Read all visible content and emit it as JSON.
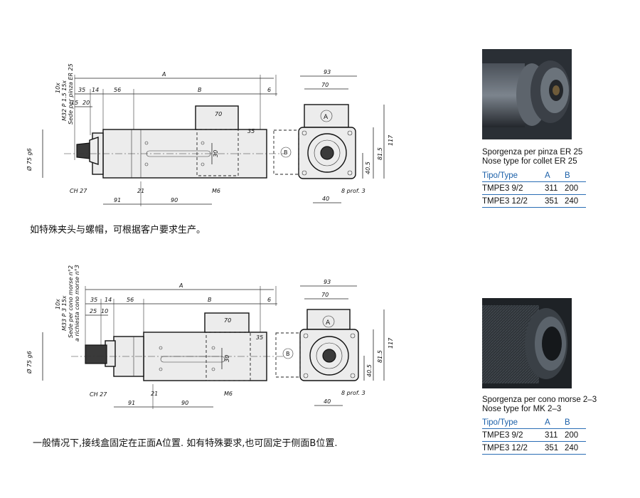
{
  "top": {
    "labels": {
      "vert1": "10x",
      "vert2": "M32 P 1.5 15x",
      "vert3": "Sede per pinza ER 25",
      "d35": "35",
      "d14": "14",
      "d56": "56",
      "dA": "A",
      "dB": "B",
      "d6": "6",
      "d15": "15",
      "d20": "20",
      "d70": "70",
      "d35b": "35",
      "d30": "30",
      "d75": "Ø 75 g6",
      "ch27": "CH 27",
      "d91": "91",
      "d21": "21",
      "d90": "90",
      "m6": "M6",
      "sA": "A",
      "sB": "B",
      "s93": "93",
      "s70": "70",
      "s117": "117",
      "s815": "81.5",
      "s405": "40.5",
      "s8": "8 prof. 3",
      "s40": "40"
    },
    "note": "如特殊夹头与螺帽，可根据客户要求生产。"
  },
  "bottom": {
    "labels": {
      "vert1": "10x",
      "vert2": "M33 P 3 15x",
      "vert3": "Sede per cono morse n°2",
      "vert4": "a richiesta cono morse n°3",
      "d35": "35",
      "d14": "14",
      "d56": "56",
      "dA": "A",
      "dB": "B",
      "d6": "6",
      "d25": "25",
      "d10": "10",
      "d70": "70",
      "d35b": "35",
      "d30": "30",
      "d75": "Ø 75 g6",
      "ch27": "CH 27",
      "d91": "91",
      "d21": "21",
      "d90": "90",
      "m6": "M6",
      "sA": "A",
      "sB": "B",
      "s93": "93",
      "s70": "70",
      "s117": "117",
      "s815": "81.5",
      "s405": "40.5",
      "s8": "8 prof. 3",
      "s40": "40"
    },
    "note": "一般情况下,接线盒固定在正面A位置. 如有特殊要求,也可固定于侧面B位置."
  },
  "panel1": {
    "caption1": "Sporgenza per pinza ER 25",
    "caption2": "Nose type for collet ER 25",
    "headers": [
      "Tipo/Type",
      "A",
      "B"
    ],
    "rows": [
      [
        "TMPE3 9/2",
        "311",
        "200"
      ],
      [
        "TMPE3 12/2",
        "351",
        "240"
      ]
    ]
  },
  "panel2": {
    "caption1": "Sporgenza per cono morse 2–3",
    "caption2": "Nose type for MK 2–3",
    "headers": [
      "Tipo/Type",
      "A",
      "B"
    ],
    "rows": [
      [
        "TMPE3 9/2",
        "311",
        "200"
      ],
      [
        "TMPE3 12/2",
        "351",
        "240"
      ]
    ]
  }
}
